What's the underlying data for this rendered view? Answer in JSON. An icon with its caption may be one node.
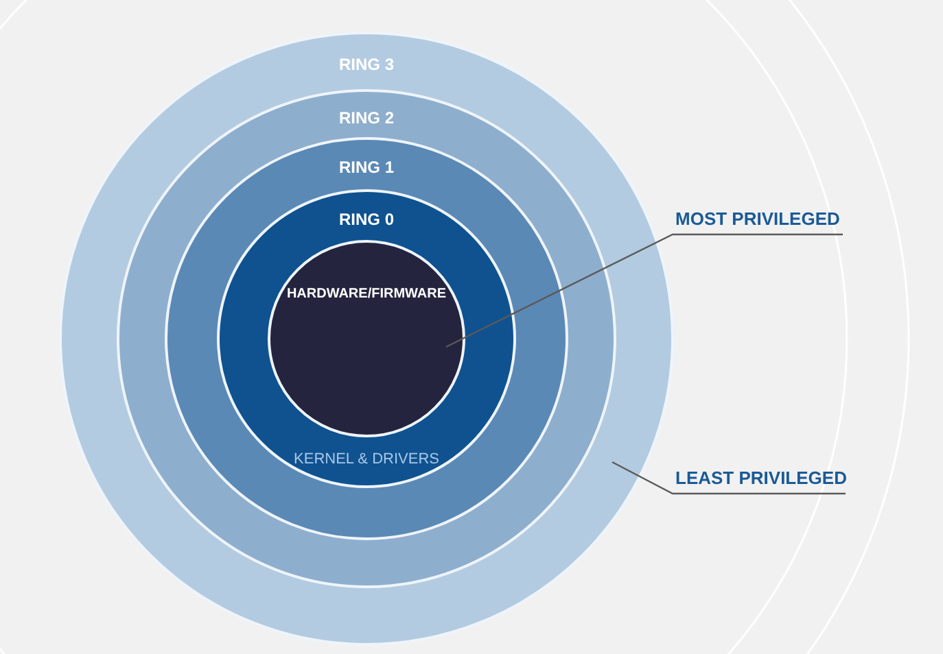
{
  "diagram": {
    "nodes": [
      {
        "text": [
          "RING 3"
        ]
      },
      {
        "text": [
          "RING 2"
        ],
        "in": 0
      },
      {
        "text": [
          "RING 1"
        ],
        "in": 1
      },
      {
        "text": [
          "RING 0",
          "KERNEL & DRIVERS"
        ],
        "in": 2
      },
      {
        "text": [
          "HARDWARE/FIRMWARE"
        ],
        "in": 3
      },
      {
        "text": [
          "MOST PRIVILEGED"
        ]
      },
      {
        "text": [
          "LEAST PRIVILEGED"
        ]
      }
    ],
    "edges": [
      {
        "from": 5,
        "to": 4,
        "arrow": "none"
      },
      {
        "from": 6,
        "to": 0,
        "arrow": "none"
      }
    ]
  }
}
